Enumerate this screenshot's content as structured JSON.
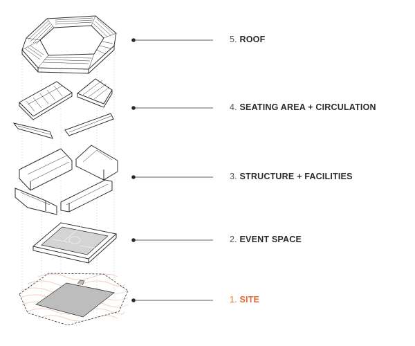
{
  "colors": {
    "ink": "#2a2a2a",
    "guide": "#c8c8c8",
    "site_fill": "#bdbdbd",
    "field_fill": "#d4d4d4",
    "accent": "#e06a36",
    "contour": "#f0c2ae"
  },
  "layers": [
    {
      "id": "roof",
      "number": "5.",
      "title": "ROOF",
      "highlight": false
    },
    {
      "id": "seating",
      "number": "4.",
      "title": "SEATING AREA + CIRCULATION",
      "highlight": false
    },
    {
      "id": "structure",
      "number": "3.",
      "title": "STRUCTURE + FACILITIES",
      "highlight": false
    },
    {
      "id": "event",
      "number": "2.",
      "title": "EVENT SPACE",
      "highlight": false
    },
    {
      "id": "site",
      "number": "1.",
      "title": "SITE",
      "highlight": true
    }
  ]
}
